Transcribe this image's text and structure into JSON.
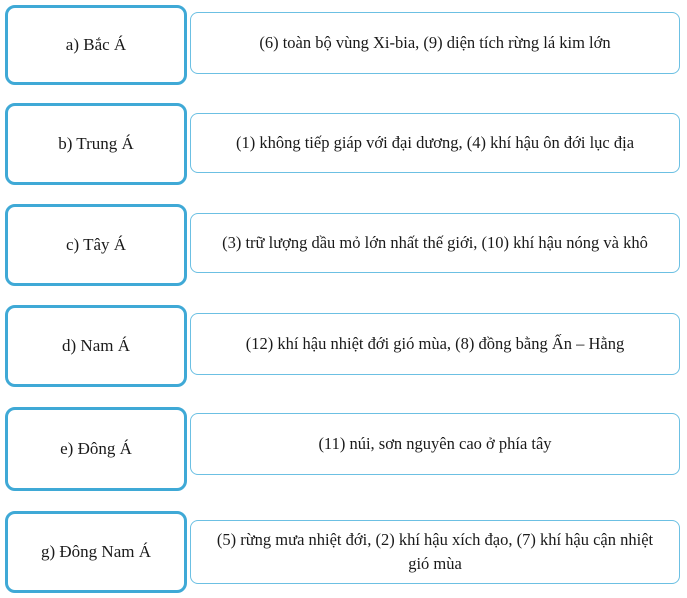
{
  "rows": [
    {
      "region": "a) Bắc Á",
      "features": "(6) toàn bộ vùng Xi-bia, (9) diện tích rừng lá kim lớn"
    },
    {
      "region": "b) Trung Á",
      "features": "(1) không tiếp giáp với đại dương, (4) khí hậu ôn đới lục địa"
    },
    {
      "region": "c) Tây Á",
      "features": "(3) trữ lượng dầu mỏ lớn nhất thế giới, (10) khí hậu nóng và khô"
    },
    {
      "region": "d) Nam Á",
      "features": "(12) khí hậu nhiệt đới gió mùa, (8) đồng bằng Ấn – Hằng"
    },
    {
      "region": "e) Đông Á",
      "features": "(11) núi, sơn nguyên cao ở phía tây"
    },
    {
      "region": "g) Đông Nam Á",
      "features": "(5) rừng mưa nhiệt đới, (2) khí hậu xích đạo, (7) khí hậu cận nhiệt gió mùa"
    }
  ]
}
